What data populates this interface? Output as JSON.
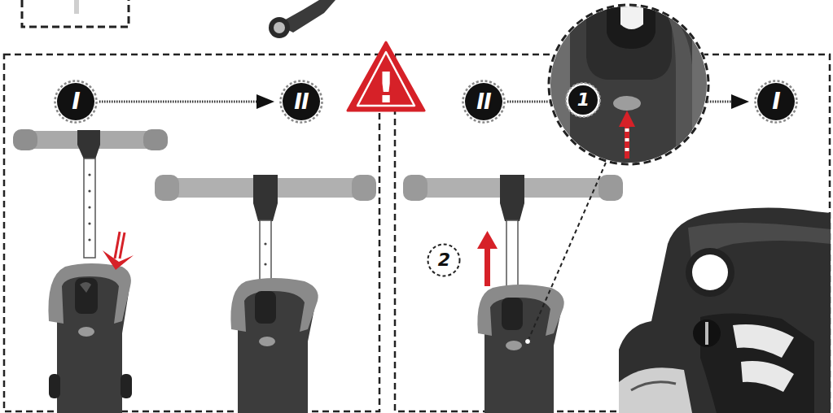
{
  "diagram": {
    "nodes": [
      {
        "text": [
          "I"
        ]
      },
      {
        "text": [
          "II"
        ]
      },
      {
        "text": [
          "!"
        ]
      },
      {
        "text": [
          "II"
        ]
      },
      {
        "text": [
          "1"
        ]
      },
      {
        "text": [
          "I"
        ]
      },
      {
        "text": [
          "2"
        ]
      }
    ],
    "edges": [
      {
        "from": 0,
        "to": 1,
        "arrow": "to"
      },
      {
        "from": 3,
        "to": 5,
        "arrow": "to"
      }
    ]
  }
}
